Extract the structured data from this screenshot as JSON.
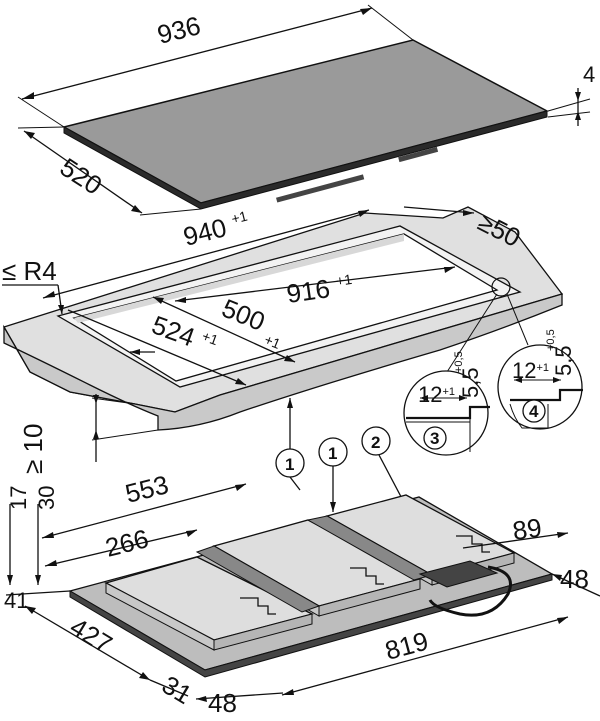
{
  "glass_top": {
    "width_dim": "936",
    "depth_dim": "520",
    "thickness_dim": "4"
  },
  "worktop_cutout": {
    "outer_width": "940",
    "outer_width_tol": "+1",
    "rear_clearance": "≥50",
    "corner_radius": "≤ R4",
    "inner_width": "916",
    "inner_width_tol": "+1",
    "inner_depth_a": "524",
    "inner_depth_a_tol": "+1",
    "inner_depth_b": "500",
    "inner_depth_b_tol": "+1",
    "front_clearance": "≥ 10"
  },
  "callouts": {
    "support_1a": "1",
    "support_1b": "1",
    "connection_2": "2"
  },
  "detail_3": {
    "number": "3",
    "width": "12",
    "width_tol": "+1",
    "depth": "5,5",
    "depth_tol": "+0,5"
  },
  "detail_4": {
    "number": "4",
    "width": "12",
    "width_tol": "+1",
    "depth": "5,5",
    "depth_tol": "+0,5"
  },
  "unit_body": {
    "height_a": "17",
    "height_b": "30",
    "width_553": "553",
    "width_266": "266",
    "module_89": "89",
    "edge_48_right": "48",
    "edge_41": "41",
    "depth_427": "427",
    "offset_31": "31",
    "edge_48_front": "48",
    "width_819": "819"
  }
}
